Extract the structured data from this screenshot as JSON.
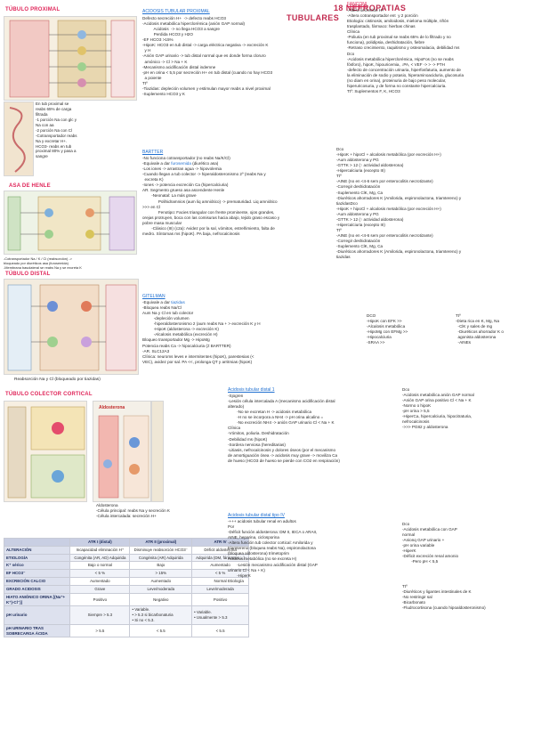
{
  "title": {
    "line1": "18 NEFROPATIAS",
    "line2": "TUBULARES"
  },
  "tubulo_proximal": {
    "heading": "TÚBULO PROXIMAL",
    "caption": [
      "En tub proximal se",
      "reabs 65% de carga",
      "filtrada",
      "-1 porción Na con glc y",
      "Na con aa",
      "-2 porción Na con Cl",
      "-Cotransportador reabs",
      "Na y excretar H+.",
      "HCO3- reabs en tub",
      "proximal 80% y pasa a",
      "sangre"
    ]
  },
  "asa_henle": {
    "heading": "ASA DE HENLE",
    "caption": [
      "-Cotransportador Na / K / Cl (reabsorción) ->",
      "bloqueado por diuréticos asa (furosemida)",
      "-Membrana basolateral se reabs Na y se excreta K"
    ]
  },
  "tubulo_distal": {
    "heading": "TÚBULO DISTAL",
    "caption": "Reabsorción Na y Cl (bloqueado por tiazidas)"
  },
  "colector": {
    "heading": "TÚBULO COLECTOR CORTICAL",
    "diagram_label": "Aldosterona",
    "caption": [
      "Aldosterona",
      "-Célula principal: reabs Na y secreción K",
      "-Célula intercalada: secreción H+"
    ]
  },
  "acidosis_proximal": {
    "heading": "ACIDOSIS TUBULAR PROXIMAL",
    "lines": [
      "Defecto secreción H+  -> defecto reabs HCO3",
      "-Acidosis metabólica hiperclorémica (anión GAP normal)",
      "          Acidosis  -> no llega HCO3 a sangre",
      "          Perdida HCO3 y H2O",
      "-EF HCO3 >15%",
      "-HipoK: HCO3 en tub distal -> carga eléctrica negativa -> excreción K",
      "  y H",
      "-Anión GAP urinario -> tub distal normal que es donde forma cloruro",
      "  amónico -> Cl > Na + K",
      "-Mecanismo acidificación distal indemne",
      "-pH en orina < 5,5 por secreción H+ en tub distal (cuando no hay HCO3",
      "  a poiente",
      "Ttº",
      "-Tiazidas: depleción volumen y estimulan mayor reabs a nivel proximal",
      "-Suplemento HCO3 y K"
    ]
  },
  "bartter": {
    "heading": "BARTTER",
    "lines": [
      "-No funciona cotransportador (no reabs Na/K/Cl)",
      "-Equivale a dar furosemida (diurético asa)",
      "-Los iones -> arrastran agua -> hipovolemia",
      "-Cuando llegan a tub colector -> hiperaldosteronismo 2º (reabs Na y",
      "  excreta K)",
      "-Iones -> potencia excreción Ca (hipercalciuria)",
      "AR. Segmento grueso asa ascendente Henle",
      "        -Neonatal: La más grave",
      "              Polihidramnios (aum liq amniótico) -> prematuridad. Liq amniótico",
      ">>> en Cl",
      "              Fenotipo: Facies triangular con frente prominente, ojos grandes,",
      "orejas protruyen, boca con las comisuras hacia abajo, tejido graso escaso y",
      "pobre masa muscular",
      "        -Clásico (III) (c2a): Avidez por la sal, vómitos, estreñimiento, falta de",
      "medro. Síntomas ms (hipoK). PA baja, nefrocalcinosis"
    ]
  },
  "gitelman": {
    "heading": "GITELMAN",
    "lines": [
      "-Equivale a dar tiazidas",
      "-Bloquea reabs Na/Cl",
      "Aum Na y Cl en tub colector",
      "          -depleción volumen",
      "          -hiperaldosteronismo 2 (aum reabs Na + > excreción K y H",
      "          -HipoK (aldosterona -> excreción K)",
      "          -Alcalosis metabólica (excreción H)",
      "Bloqueo transportador Mg -> HipoMg",
      "Potencia reabs Ca -> hipocalciuria (≠ BARTTER)",
      "-AR. SLC12A3",
      "Clínica: neuroms leves e intermitentes (hipoK), parestesias (<",
      "VEC), avidez por sal. PA <<, prolonga QT y arritmias (hipoK)"
    ]
  },
  "fanconi": {
    "heading": "FANCONI",
    "lines": [
      "-Altera secreción H+",
      "-Altera cotransportador ent  y 2 porción",
      "Etiología: cistinosis, amiloidosis, mieloma múltiple, riñón",
      "trasplantado, fármaco: hierbas chinas",
      "Clínica",
      "-Poliuria (en tub proximal se reabs 65% de lo filtrado y no",
      "funciona), polidipsia, deshidratación, fiebre",
      "-Retraso crecimiento, raquitismo y osteomalacia, debilidad ms",
      "Dco",
      "-Acidosis metabólica hiperclorémica, HipoFos (no se reabs",
      "fósforo), hipoK, hipouricemia, ↓PA, < VEF -> > -> PTH",
      "-defecto de concentración urinaria, hiperfosfaturia, aumento de",
      "la eliminación de sodio y potasio, hiperaminoaciduria, glucosuria",
      "(no diam en orina), proteinuria de bajo peso molecular,",
      "hiperuricosuria, y de forma no constante hipercalciuria.",
      "Ttº: Suplementos F, K, HCO3"
    ]
  },
  "dco_bartter": {
    "lines": [
      "Dco",
      "-HipoK + hipoCl + alcalosis metabólica (por excreción H+)",
      "-Aum aldosterona y PG",
      "-GTTK > 12 (↑ actividad aldosterona)",
      "-Hipercalciuria (excepto III)",
      "Ttº",
      "-AINE (no en <4-6 sem por enterocolitis necrotizante)",
      "-Corregir deshidratación",
      "-Suplemento ClK, Mg, Ca",
      "-Diuréticos ahorradores K (Amilorida, espironolactona, triamtereno) y",
      "tiazidasDco",
      "-HipoK + hipoCl + alcalosis metabólica (por excreción H+)",
      "-Aum aldosterona y PG",
      "-GTTK > 12 (↑ actividad aldosterona)",
      "-Hipercalciuria (excepto III)",
      "Ttº",
      "-AINE (no en <4-6 sem por enterocolitis necrotizante)",
      "-Corregir deshidratación",
      "-Suplemento ClK, Mg, Ca",
      "-Diuréticos ahorradores K (Amilorida, espironolactona, triamtereno) y",
      "tiazidas"
    ]
  },
  "dco_gitelman": {
    "lines": [
      "DCO",
      "-HipoK con EFK >>",
      "-Alcalosis metabólica",
      "-HipoMg con EFMg >>",
      "-Hipocalciuria",
      "-SRAA >>"
    ]
  },
  "tto_gitelman": {
    "lines": [
      "Ttº",
      "-Dieta rica en K, Mg, Na",
      "  -ClK y sales de mg",
      "  -Diuréticos ahorrador K o",
      "  agonista aldosterona",
      "  -AINEs"
    ]
  },
  "acidosis_distal": {
    "heading": "Acidosis tubular distal 1",
    "lines": [
      "-Sjogren",
      "-Lesión célula intercalada A (mecanismo acidificación distal",
      "alterado)",
      "        -No se excretan H -> acidosis metabólica",
      "        -H no se incorpora a NH4 -> pH orina alcalino =",
      "        -No excreción NH4 -> anión GAP urinario Cl < Na + K",
      "Clínica",
      "-Vómitos, poliuria. Deshidratación",
      "-Debilidad ms (hipoK)",
      "-Sordera nerviosa (hereditarias)",
      "-Litiasis, nefrocalcinosis y dolores óseos (por el mecanismo",
      "de amortiguación ósea -> acidosis muy grave -> moviliza Ca",
      "de hueso (HCO3 de hueso se pierde con CO2 en respiración)"
    ]
  },
  "dco_distal": {
    "lines": [
      "Dco",
      "-Acidosis metabólica anión GAP normal",
      "-Anión GAP orina positivo Cl < Na + K",
      "-Normo o hipoK",
      "-pH orina > 5,5",
      "-HiperCa, hipercalciuria, hipocitraturia,",
      "nefrocalcinosis",
      "->>> PG82 y aldosterona"
    ]
  },
  "acidosis_iv": {
    "heading": "Acidosis tubular distal tipo IV",
    "lines": [
      "-+++ acidosis tubular renal en adultos",
      "Por",
      "-Déficit función aldosterona: DM II, IECA o ARAII,",
      "AINE, heparina, ciclosporina",
      "-Altera función tub colector cortical: Amilorida y",
      "triamtereno (bloquea reabs Na), espironolactona",
      "(bloquea aldosterona) trimetoprim",
      "Acidosis metabólica (no se excreta H)",
      "        -Lesión mecanismo acidificación distal (GAP",
      "urinario Cl < Na + K)",
      "        -HiperK",
      "Etiología"
    ]
  },
  "dco_iv": {
    "lines": [
      "Dco",
      "-Acidosis metabólica con GAP",
      "normal",
      "-Anionq GAP urinario +",
      "-pH orina variable",
      "-HiperK",
      "-Déficit excreción renal amonio",
      "        -Pero pH < 5,5"
    ]
  },
  "tto_iv": {
    "lines": [
      "Ttº",
      "-Diuréticos y ligantes intestinales de K",
      "-No restringir sal",
      "-Bicarbonato",
      "-Fludrocortisona (cuando hipoaldosteronismo)"
    ]
  },
  "table": {
    "headers": [
      "",
      "ATR I (distal)",
      "ATR II (proximal)",
      "ATR IV"
    ],
    "rows": [
      [
        "ALTERACIÓN",
        "Incapacidad eliminación H⁺",
        "Disminuye reabsorción HCO3⁻",
        "Déficit aldosterona"
      ],
      [
        "ETIOLOGÍA",
        "Congénita (AR, AD) Adquirida",
        "Congénita (AR) Adquirida",
        "Adquirida (DM, fármacos,...)"
      ],
      [
        "K⁺ sérico",
        "Bajo o normal",
        "Bajo",
        "Aumentado"
      ],
      [
        "EF HCO3⁻",
        "< 5 %",
        "> 15%",
        "< 5 %"
      ],
      [
        "EXCRECIÓN CALCIO",
        "Aumentado",
        "Aumentado",
        "Normal"
      ],
      [
        "GRADO ACIDOSIS",
        "Grave",
        "Leve/moderada",
        "Leve/moderada"
      ],
      [
        "HIATO ANIÓNICO ORINA [(Na⁺+ K⁺)-Cl⁻)]",
        "Positivo",
        "Negativo",
        "Positivo"
      ],
      [
        "pH urinario",
        "Siempre > 5.3",
        "• Variable.\n• > 5.3 si bicarbonaturia\n• Si no < 5.3.",
        "• Variable.\n• Usualmente > 5.3"
      ],
      [
        "pH URINARIO TRAS SOBRECARGA ÁCIDA",
        "> 5.5",
        "< 5.5",
        "< 5.5"
      ]
    ]
  },
  "colors": {
    "accent_red": "#e0265a",
    "accent_blue": "#1f6fd0",
    "table_header": "#c9cfe3"
  }
}
